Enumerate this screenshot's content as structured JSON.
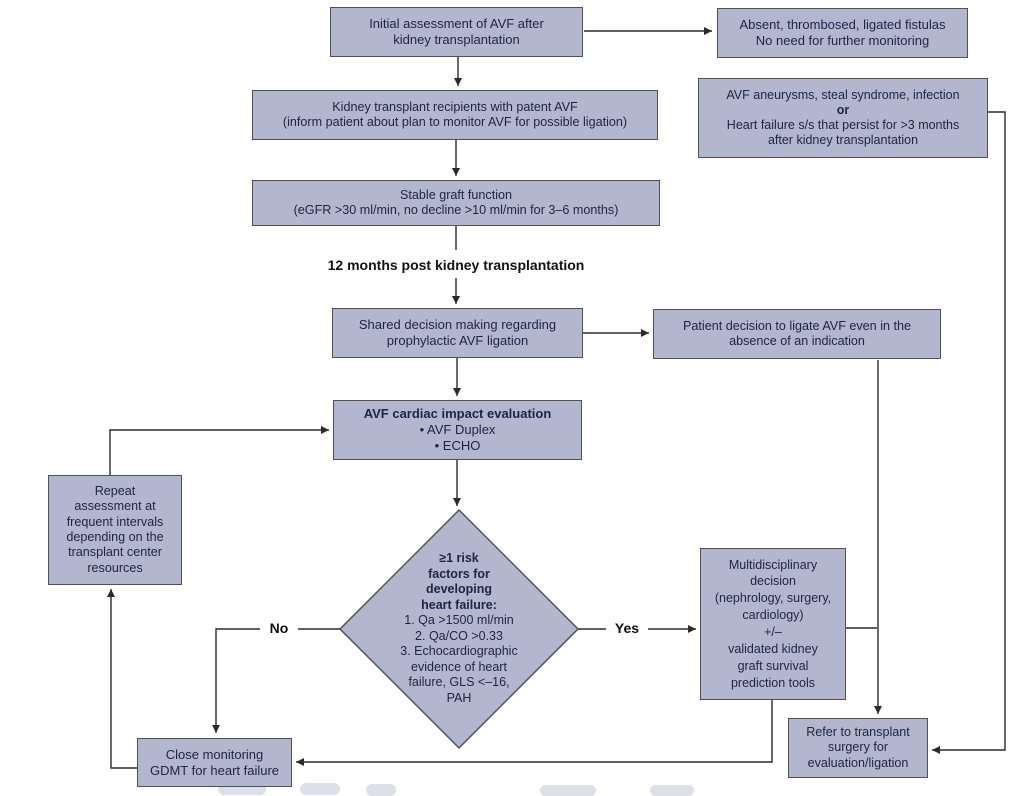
{
  "colors": {
    "box_fill": "#b2b6ce",
    "box_border": "#4f5158",
    "box_text": "#1c2546",
    "line": "#2b2b2b",
    "background": "#ffffff",
    "watermark": "#dde0e7"
  },
  "nodes": {
    "initial": {
      "lines": [
        "Initial assessment of AVF after",
        "kidney transplantation"
      ]
    },
    "absent": {
      "lines": [
        "Absent, thrombosed, ligated fistulas",
        "No need for further monitoring"
      ]
    },
    "recipients": {
      "lines": [
        "Kidney transplant recipients with patent AVF",
        "(inform patient about plan to monitor AVF for possible ligation)"
      ]
    },
    "aneurysms": {
      "lines": [
        "AVF aneurysms, steal syndrome, infection",
        "or",
        "Heart failure s/s that persist for >3 months",
        "after kidney transplantation"
      ]
    },
    "stable": {
      "lines": [
        "Stable graft function",
        "(eGFR >30 ml/min, no decline >10 ml/min for 3–6 months)"
      ]
    },
    "shared": {
      "lines": [
        "Shared decision making regarding",
        "prophylactic AVF ligation"
      ]
    },
    "patient": {
      "lines": [
        "Patient decision to ligate AVF even in the",
        "absence of an indication"
      ]
    },
    "cardiac": {
      "title": "AVF cardiac impact evaluation",
      "lines": [
        "• AVF Duplex",
        "• ECHO"
      ]
    },
    "repeat": {
      "lines": [
        "Repeat",
        "assessment at",
        "frequent intervals",
        "depending on the",
        "transplant center",
        "resources"
      ]
    },
    "diamond": {
      "bold_lines": [
        "≥1 risk",
        "factors for",
        "developing",
        "heart failure:"
      ],
      "lines": [
        "1. Qa >1500 ml/min",
        "2. Qa/CO >0.33",
        "3. Echocardiographic",
        "evidence of heart",
        "failure, GLS <–16,",
        "PAH"
      ]
    },
    "multi": {
      "lines": [
        "Multidisciplinary",
        "decision",
        "(nephrology, surgery,",
        "cardiology)",
        "+/–",
        "validated kidney",
        "graft survival",
        "prediction tools"
      ]
    },
    "close": {
      "lines": [
        "Close monitoring",
        "GDMT for heart failure"
      ]
    },
    "refer": {
      "lines": [
        "Refer to transplant",
        "surgery for",
        "evaluation/ligation"
      ]
    }
  },
  "labels": {
    "twelve_months": "12 months post kidney transplantation",
    "no": "No",
    "yes": "Yes"
  }
}
